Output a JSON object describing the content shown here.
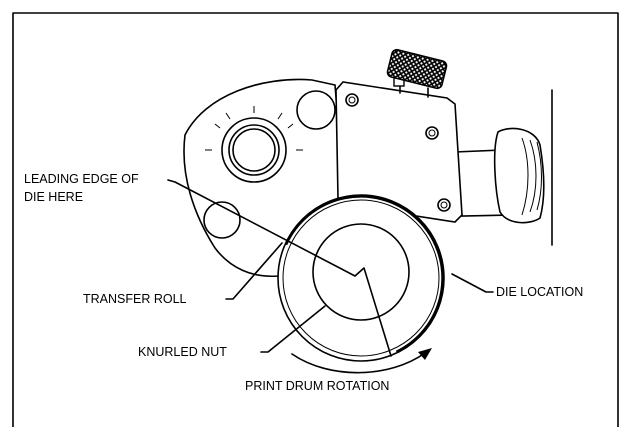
{
  "labels": {
    "leading_edge_line1": "LEADING EDGE OF",
    "leading_edge_line2": "DIE HERE",
    "transfer_roll": "TRANSFER ROLL",
    "knurled_nut": "KNURLED NUT",
    "die_location": "DIE LOCATION",
    "print_drum_rotation": "PRINT DRUM ROTATION"
  }
}
